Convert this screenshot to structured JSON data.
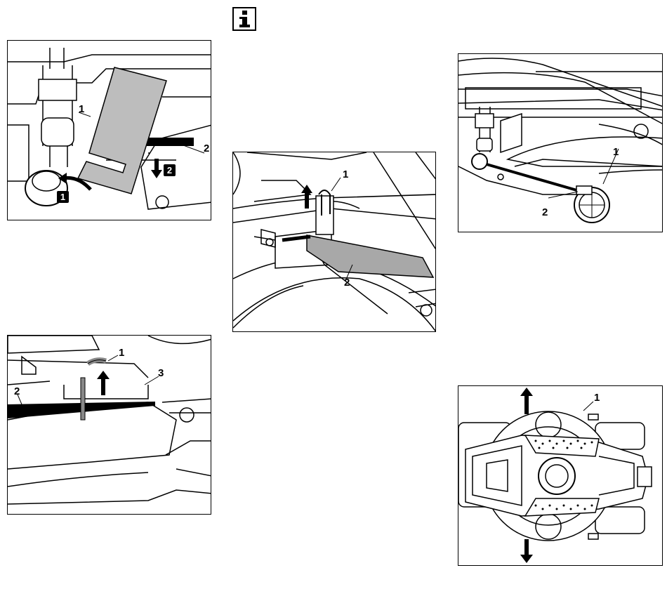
{
  "page": {
    "info_icon": "info-icon"
  },
  "fig1": {
    "labels": [
      "1",
      "2"
    ],
    "steps": [
      "1",
      "2"
    ]
  },
  "fig2": {
    "labels": [
      "1",
      "2"
    ]
  },
  "fig3": {
    "labels": [
      "1",
      "2"
    ]
  },
  "fig4": {
    "labels": [
      "1",
      "2",
      "3"
    ]
  },
  "fig5": {
    "labels": [
      "1"
    ]
  }
}
